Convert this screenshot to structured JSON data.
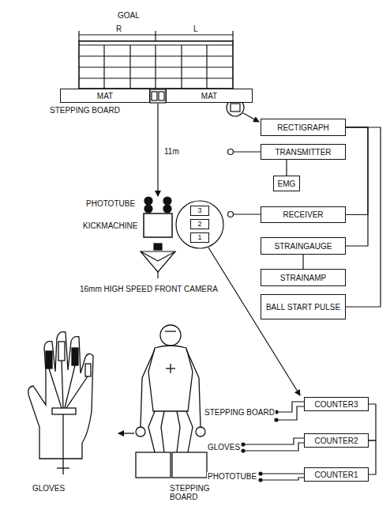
{
  "diagram": {
    "nodes": [
      {
        "text": [
          "MAT"
        ]
      },
      {
        "text": [
          "MAT"
        ]
      },
      {
        "text": [
          "RECTIGRAPH"
        ]
      },
      {
        "text": [
          "TRANSMITTER"
        ]
      },
      {
        "text": [
          "EMG"
        ]
      },
      {
        "text": [
          "RECEIVER"
        ]
      },
      {
        "text": [
          "STRAINGAUGE"
        ]
      },
      {
        "text": [
          "STRAINAMP"
        ]
      },
      {
        "text": [
          "BALL START PULSE"
        ]
      },
      {
        "text": [
          "3"
        ]
      },
      {
        "text": [
          "2"
        ]
      },
      {
        "text": [
          "1"
        ]
      },
      {
        "text": [
          "COUNTER3"
        ]
      },
      {
        "text": [
          "COUNTER2"
        ]
      },
      {
        "text": [
          "COUNTER1"
        ]
      }
    ],
    "edges": [
      {
        "from": 3,
        "to": 4,
        "arrow": "none"
      },
      {
        "from": 5,
        "to": 2,
        "arrow": "none"
      },
      {
        "from": 6,
        "to": 2,
        "arrow": "none"
      },
      {
        "from": 6,
        "to": 7,
        "arrow": "none"
      },
      {
        "from": 8,
        "to": 2,
        "arrow": "none"
      },
      {
        "from": 12,
        "to": 13,
        "arrow": "none"
      },
      {
        "from": 13,
        "to": 14,
        "arrow": "none"
      }
    ],
    "labels": [
      "GOAL",
      "R",
      "L",
      "STEPPING BOARD",
      "11m",
      "PHOTOTUBE",
      "KICKMACHINE",
      "16mm HIGH SPEED FRONT CAMERA",
      "STEPPING BOARD",
      "GLOVES",
      "PHOTOTUBE",
      "GLOVES",
      "STEPPING BOARD"
    ]
  }
}
